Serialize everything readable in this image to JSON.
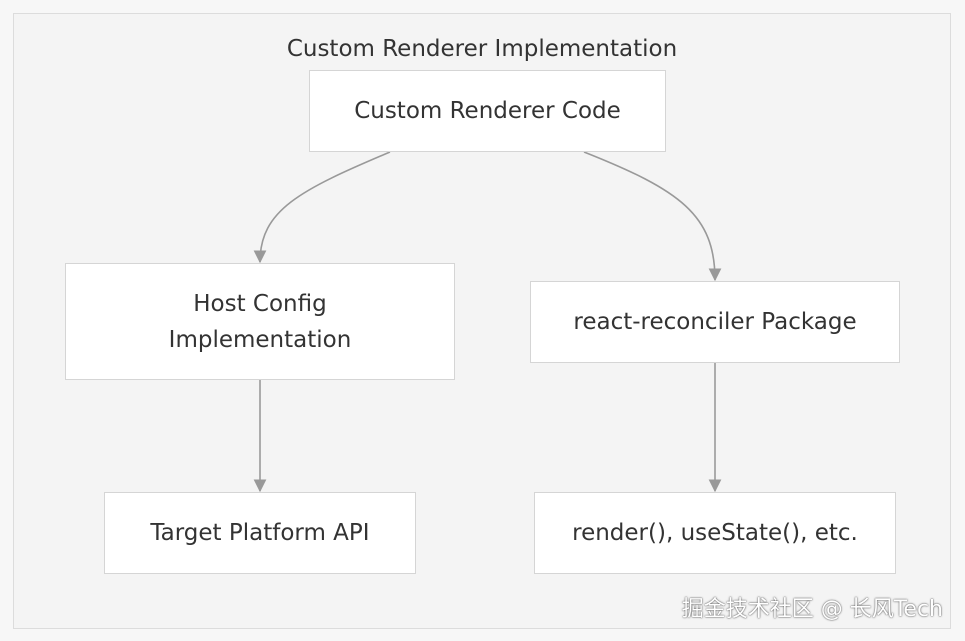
{
  "diagram": {
    "cluster_title": "Custom Renderer Implementation",
    "nodes": {
      "code": "Custom Renderer Code",
      "host": "Host Config Implementation",
      "reconciler": "react-reconciler Package",
      "target_api": "Target Platform API",
      "apis": "render(), useState(), etc."
    },
    "edges": [
      {
        "from": "code",
        "to": "host"
      },
      {
        "from": "code",
        "to": "reconciler"
      },
      {
        "from": "host",
        "to": "target_api"
      },
      {
        "from": "reconciler",
        "to": "apis"
      }
    ],
    "colors": {
      "background": "#f7f7f7",
      "cluster_fill": "#f4f4f4",
      "node_fill": "#ffffff",
      "border": "#d5d5d5",
      "edge": "#999999",
      "text": "#333333"
    }
  },
  "watermark": "掘金技术社区 @ 长风Tech"
}
